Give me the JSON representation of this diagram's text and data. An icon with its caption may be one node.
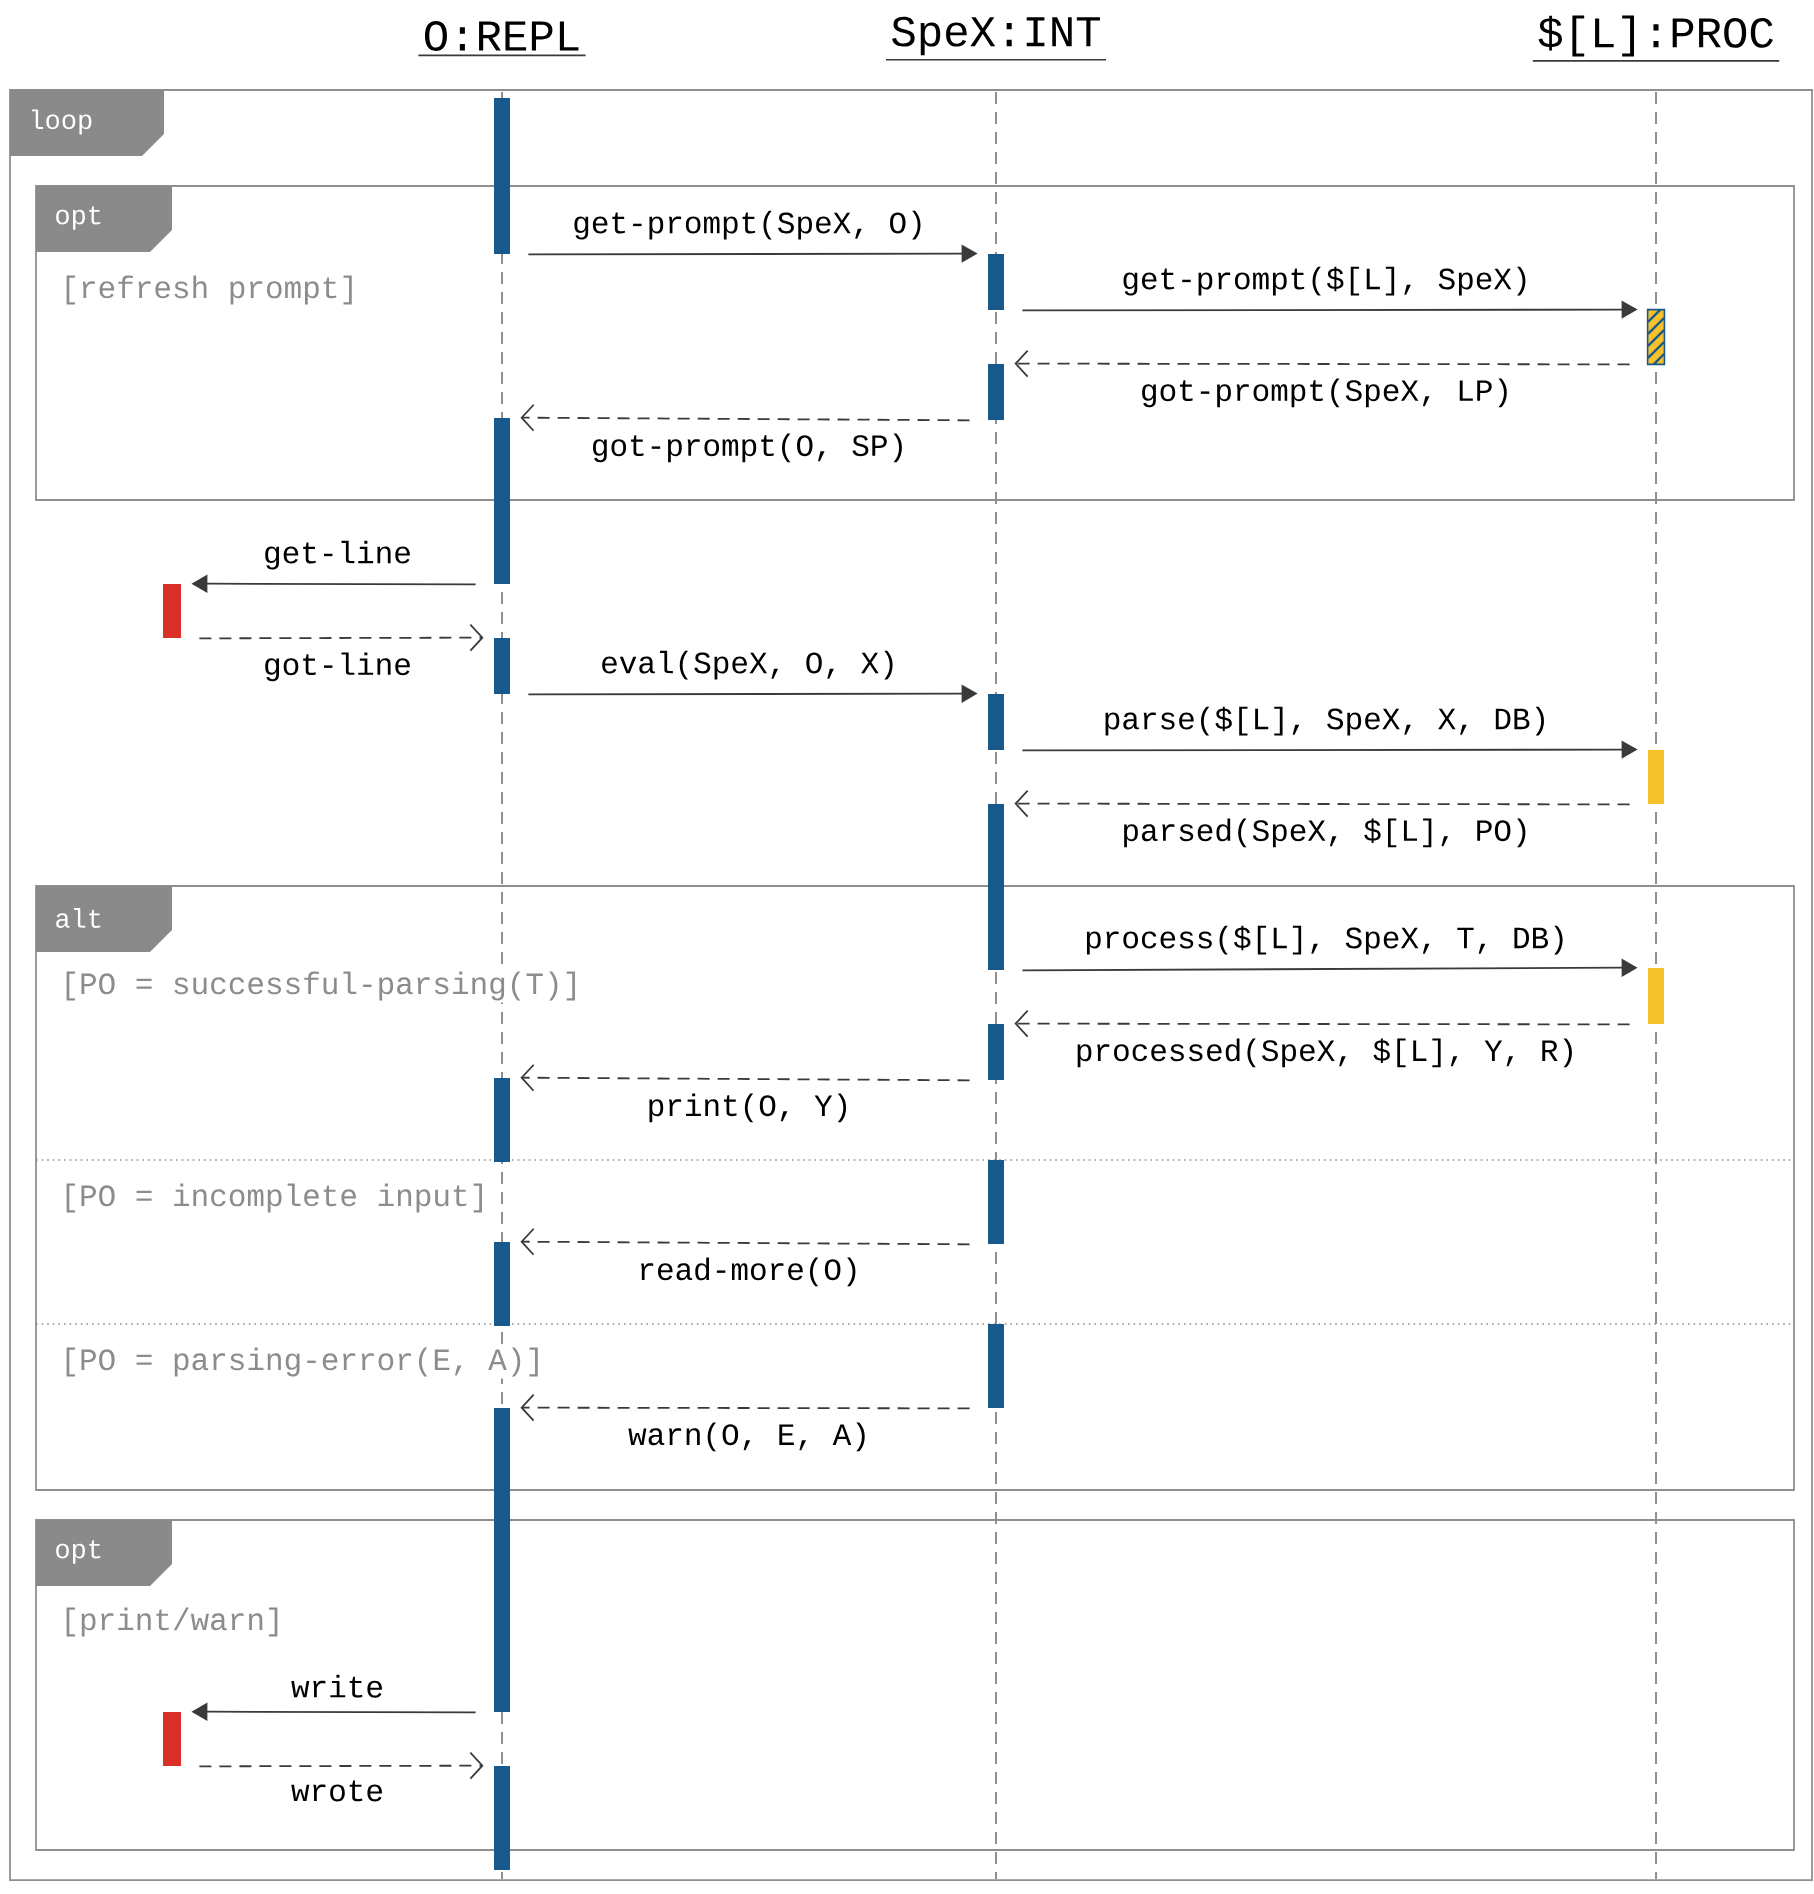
{
  "diagram": {
    "nodes": [
      {
        "text": [
          "O:REPL"
        ]
      },
      {
        "text": [
          "SpeX:INT"
        ]
      },
      {
        "text": [
          "$[L]:PROC"
        ]
      },
      {
        "text": [
          "loop"
        ]
      },
      {
        "text": [
          "opt",
          "[refresh prompt]"
        ],
        "in": 3
      },
      {
        "text": [
          "alt",
          "[PO = successful-parsing(T)]",
          "[PO = incomplete input]",
          "[PO = parsing-error(E, A)]"
        ],
        "in": 3
      },
      {
        "text": [
          "opt",
          "[print/warn]"
        ],
        "in": 3
      },
      {
        "text": [],
        "shape": "bar",
        "in": 3
      },
      {
        "text": [],
        "shape": "bar",
        "in": 4
      },
      {
        "text": [],
        "shape": "bar",
        "in": 4
      },
      {
        "text": [],
        "shape": "bar",
        "in": 4
      },
      {
        "text": [],
        "shape": "bar",
        "in": 3
      },
      {
        "text": [],
        "shape": "bar",
        "in": 3
      },
      {
        "text": [],
        "shape": "bar",
        "in": 3
      },
      {
        "text": [],
        "shape": "bar",
        "in": 3
      },
      {
        "text": [],
        "shape": "bar",
        "in": 3
      },
      {
        "text": [],
        "shape": "bar",
        "in": 3
      },
      {
        "text": [],
        "shape": "bar",
        "in": 5
      },
      {
        "text": [],
        "shape": "bar",
        "in": 5
      },
      {
        "text": [],
        "shape": "bar",
        "in": 5
      },
      {
        "text": [],
        "shape": "bar",
        "in": 5
      },
      {
        "text": [],
        "shape": "bar",
        "in": 5
      },
      {
        "text": [],
        "shape": "bar",
        "in": 5
      },
      {
        "text": [],
        "shape": "bar",
        "in": 3
      },
      {
        "text": [],
        "shape": "bar",
        "in": 6
      },
      {
        "text": [],
        "shape": "bar",
        "in": 3
      }
    ],
    "edges": [
      {
        "from": 7,
        "to": 8,
        "arrow": "to",
        "label": "get-prompt(SpeX, O)"
      },
      {
        "from": 8,
        "to": 9,
        "arrow": "to",
        "label": "get-prompt($[L], SpeX)"
      },
      {
        "from": 9,
        "to": 10,
        "arrow": "to",
        "label": "got-prompt(SpeX, LP)",
        "style": "dashed"
      },
      {
        "from": 10,
        "to": 11,
        "arrow": "to",
        "label": "got-prompt(O, SP)",
        "style": "dashed"
      },
      {
        "from": 11,
        "to": 12,
        "arrow": "to",
        "label": "get-line"
      },
      {
        "from": 12,
        "to": 13,
        "arrow": "to",
        "label": "got-line",
        "style": "dashed"
      },
      {
        "from": 13,
        "to": 14,
        "arrow": "to",
        "label": "eval(SpeX, O, X)"
      },
      {
        "from": 14,
        "to": 15,
        "arrow": "to",
        "label": "parse($[L], SpeX, X, DB)"
      },
      {
        "from": 15,
        "to": 16,
        "arrow": "to",
        "label": "parsed(SpeX, $[L], PO)",
        "style": "dashed"
      },
      {
        "from": 16,
        "to": 17,
        "arrow": "to",
        "label": "process($[L], SpeX, T, DB)"
      },
      {
        "from": 17,
        "to": 18,
        "arrow": "to",
        "label": "processed(SpeX, $[L], Y, R)",
        "style": "dashed"
      },
      {
        "from": 18,
        "to": 19,
        "arrow": "to",
        "label": "print(O, Y)",
        "style": "dashed"
      },
      {
        "from": 20,
        "to": 21,
        "arrow": "to",
        "label": "read-more(O)",
        "style": "dashed"
      },
      {
        "from": 22,
        "to": 23,
        "arrow": "to",
        "label": "warn(O, E, A)",
        "style": "dashed"
      },
      {
        "from": 23,
        "to": 24,
        "arrow": "to",
        "label": "write"
      },
      {
        "from": 24,
        "to": 25,
        "arrow": "to",
        "label": "wrote",
        "style": "dashed"
      }
    ]
  }
}
